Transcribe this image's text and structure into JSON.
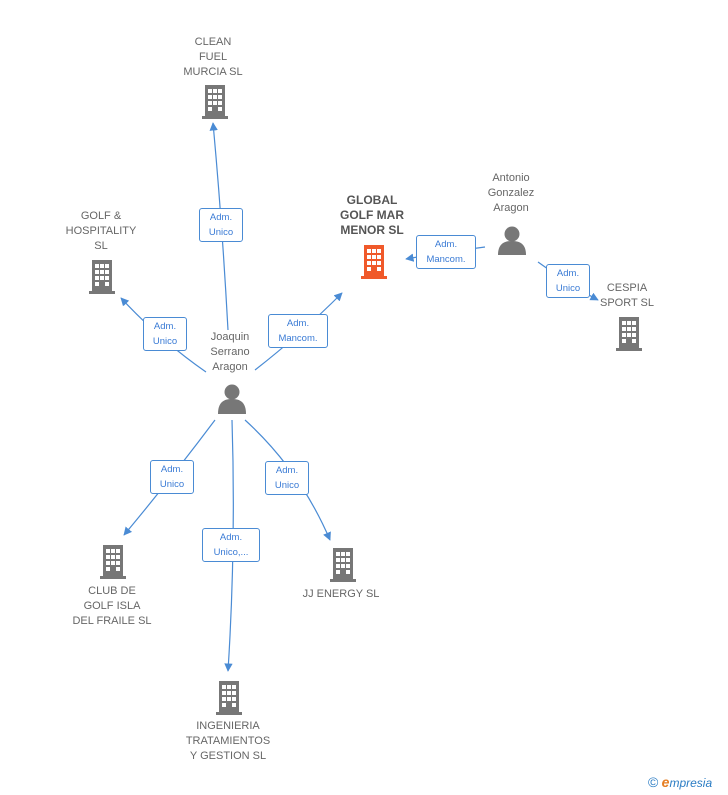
{
  "nodes": {
    "clean_fuel": "CLEAN\nFUEL\nMURCIA  SL",
    "golf_hospitality": "GOLF &\nHOSPITALITY\nSL",
    "global_golf": "GLOBAL\nGOLF MAR\nMENOR  SL",
    "antonio": "Antonio\nGonzalez\nAragon",
    "cespia": "CESPIA\nSPORT  SL",
    "joaquin": "Joaquin\nSerrano\nAragon",
    "club_golf": "CLUB DE\nGOLF ISLA\nDEL FRAILE  SL",
    "jj_energy": "JJ ENERGY  SL",
    "ingenieria": "INGENIERIA\nTRATAMIENTOS\nY GESTION  SL"
  },
  "edges": {
    "clean_fuel": "Adm.\nUnico",
    "golf_hospitality": "Adm.\nUnico",
    "global_golf_joaquin": "Adm.\nMancom.",
    "global_golf_antonio": "Adm.\nMancom.",
    "cespia": "Adm.\nUnico",
    "club_golf": "Adm.\nUnico",
    "ingenieria": "Adm.\nUnico,...",
    "jj_energy": "Adm.\nUnico"
  },
  "colors": {
    "company": "#777777",
    "focus_company": "#f0592a",
    "person": "#777777",
    "edge": "#4a8bd4"
  },
  "brand": {
    "copyright": "©",
    "e": "e",
    "rest": "mpresia"
  }
}
